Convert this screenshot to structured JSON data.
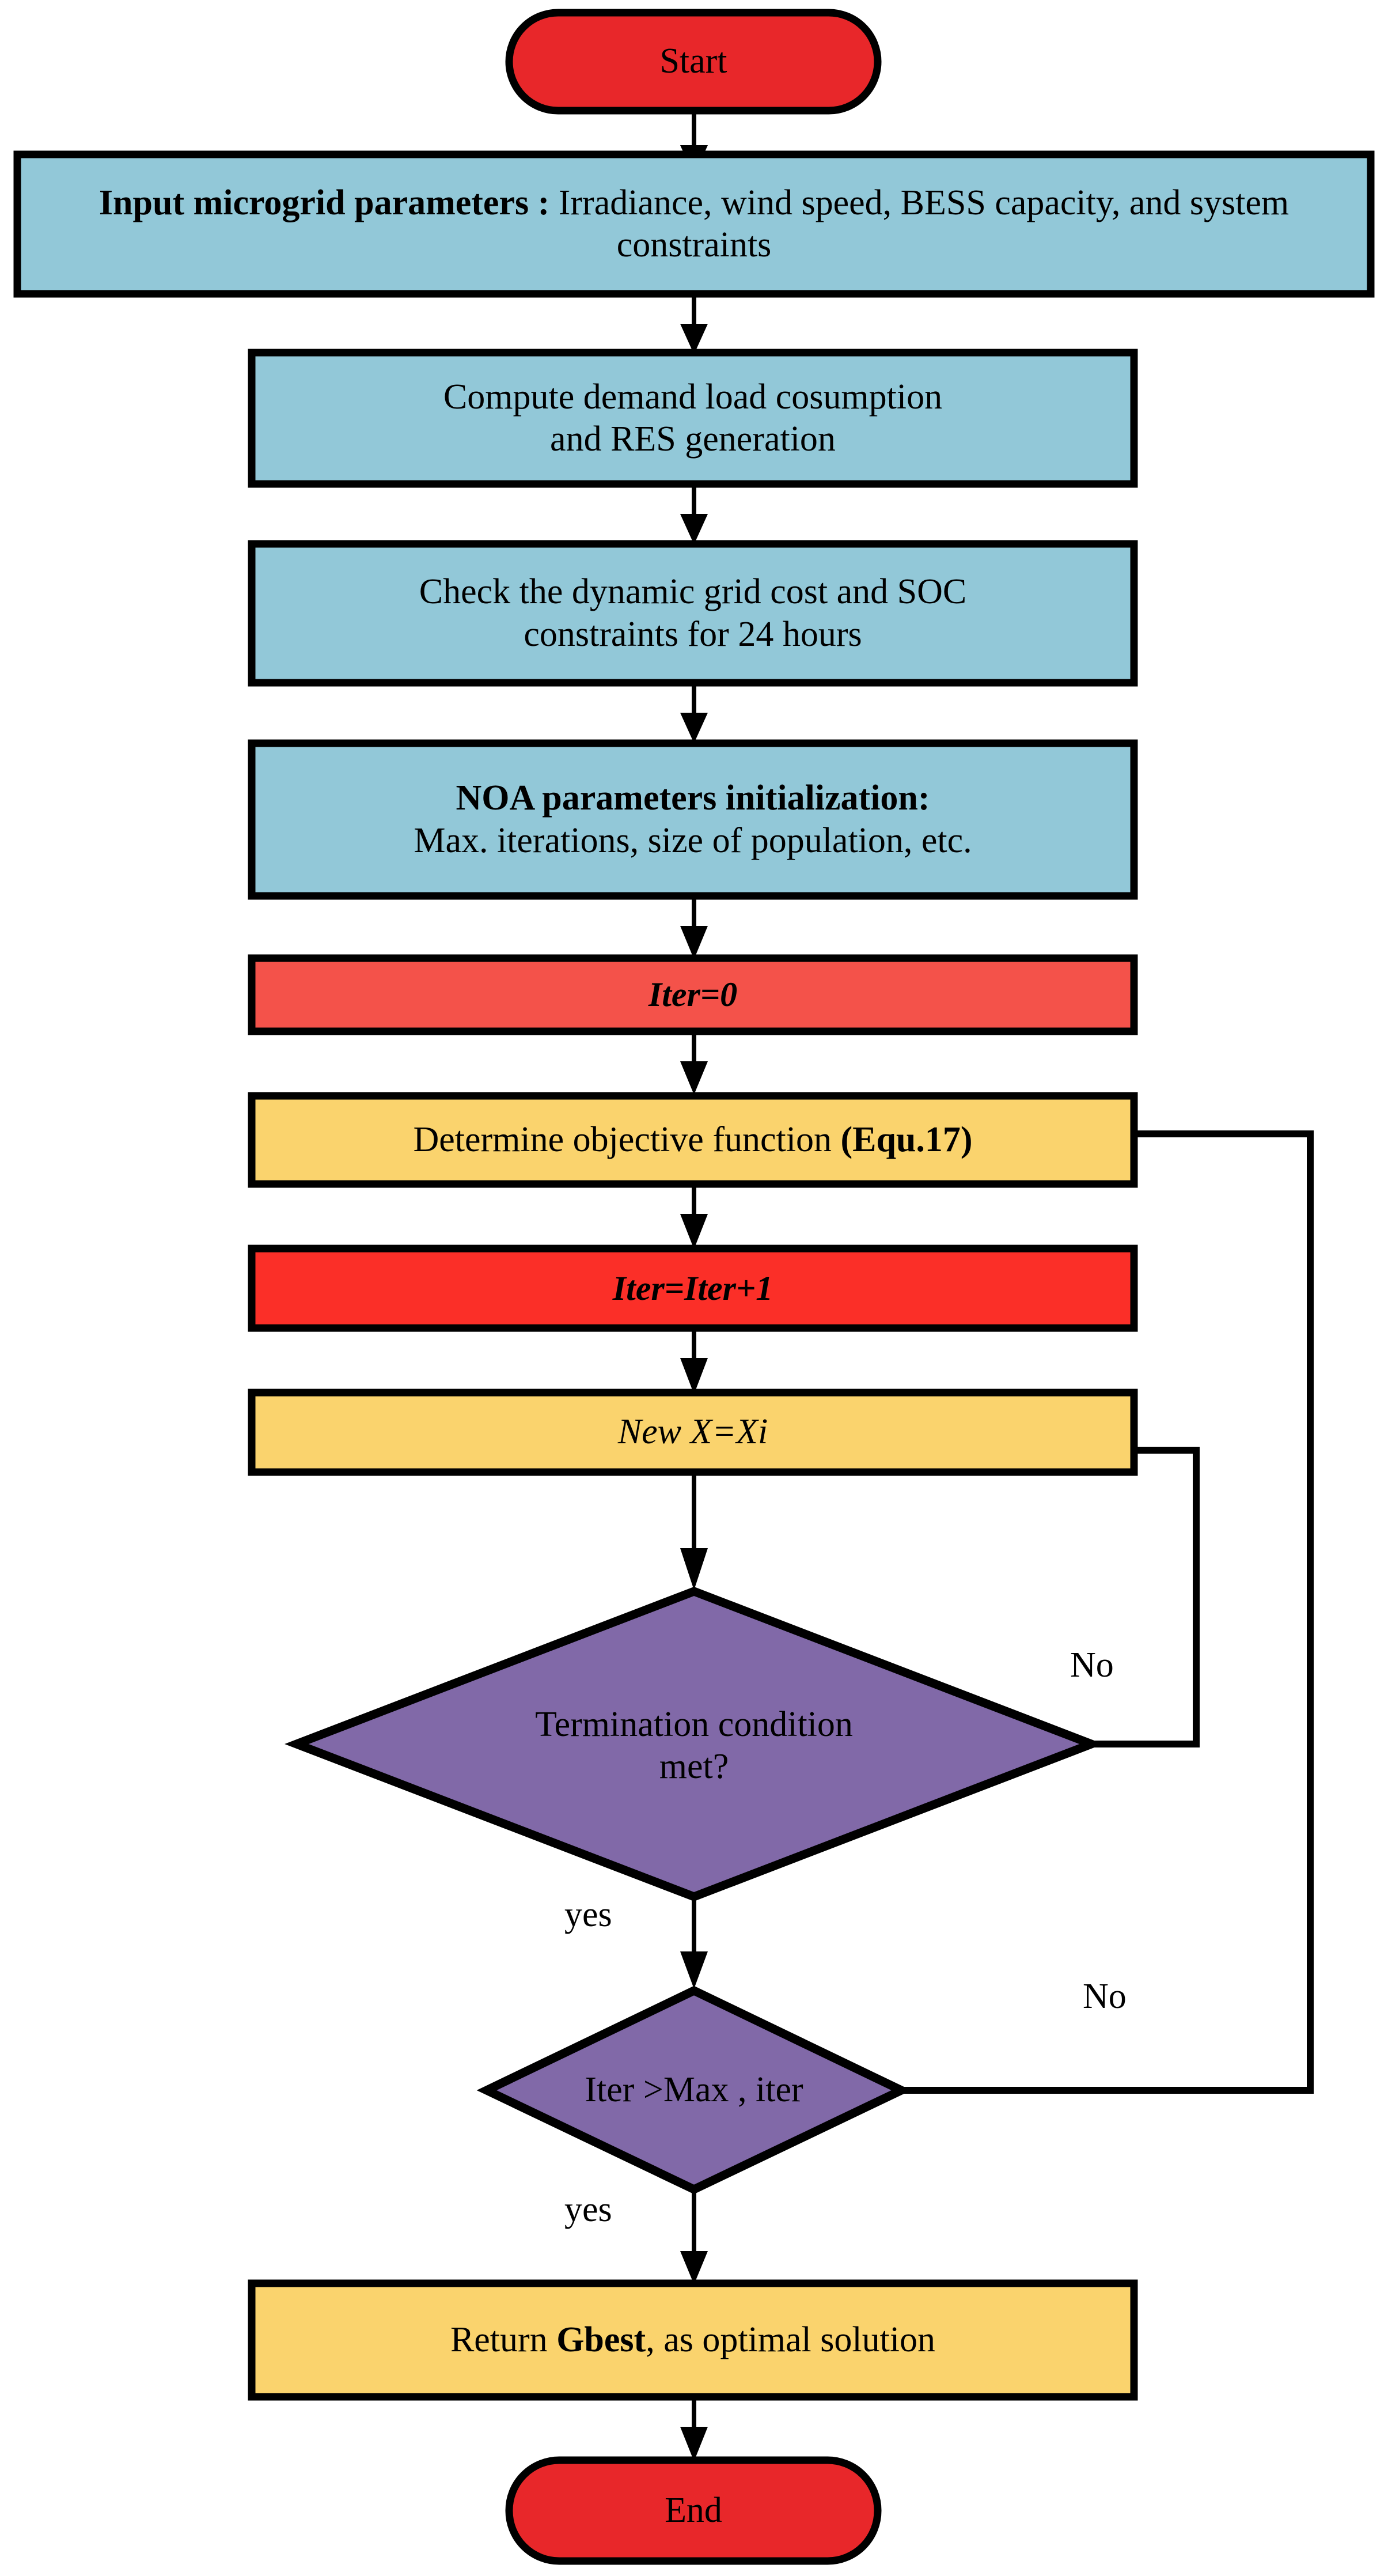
{
  "diagram": {
    "title": "NOA-based microgrid optimization flowchart",
    "colors": {
      "terminal_red": "#e8272a",
      "iter_light_red": "#f4524a",
      "iter_bright_red": "#fb2f28",
      "process_blue": "#92c8d8",
      "decision_purple": "#8169a8",
      "action_yellow": "#fad36d",
      "outline_black": "#000000",
      "background_white": "#ffffff"
    },
    "nodes": [
      {
        "id": "start",
        "kind": "terminal",
        "label": "Start"
      },
      {
        "id": "input-parameters",
        "kind": "process",
        "label_bold": "Input microgrid parameters :",
        "label_rest": " Irradiance, wind speed, BESS capacity, and system constraints"
      },
      {
        "id": "compute-demand",
        "kind": "process",
        "line1": "Compute demand load cosumption",
        "line2": "and RES generation"
      },
      {
        "id": "check-grid-cost",
        "kind": "process",
        "line1": "Check the dynamic grid cost and SOC",
        "line2": "constraints for 24 hours"
      },
      {
        "id": "noa-init",
        "kind": "process",
        "line1_bold": "NOA parameters initialization:",
        "line2": "Max. iterations, size of population, etc."
      },
      {
        "id": "iter-zero",
        "kind": "iteration",
        "label": "Iter=0"
      },
      {
        "id": "objective-function",
        "kind": "action",
        "label_rest": "Determine objective function ",
        "label_bold": "(Equ.17)"
      },
      {
        "id": "iter-increment",
        "kind": "iteration",
        "label": "Iter=Iter+1"
      },
      {
        "id": "new-x",
        "kind": "action",
        "label": "New X=Xi"
      },
      {
        "id": "termination-check",
        "kind": "decision",
        "line1": "Termination condition",
        "line2": "met?"
      },
      {
        "id": "iter-max-check",
        "kind": "decision",
        "label": "Iter >Max , iter"
      },
      {
        "id": "return-gbest",
        "kind": "action",
        "prefix": "Return ",
        "label_bold": "Gbest",
        "suffix": ", as optimal solution"
      },
      {
        "id": "end",
        "kind": "terminal",
        "label": "End"
      }
    ],
    "edge_labels": {
      "termination_no": "No",
      "termination_yes": "yes",
      "itermax_no": "No",
      "itermax_yes": "yes"
    }
  }
}
